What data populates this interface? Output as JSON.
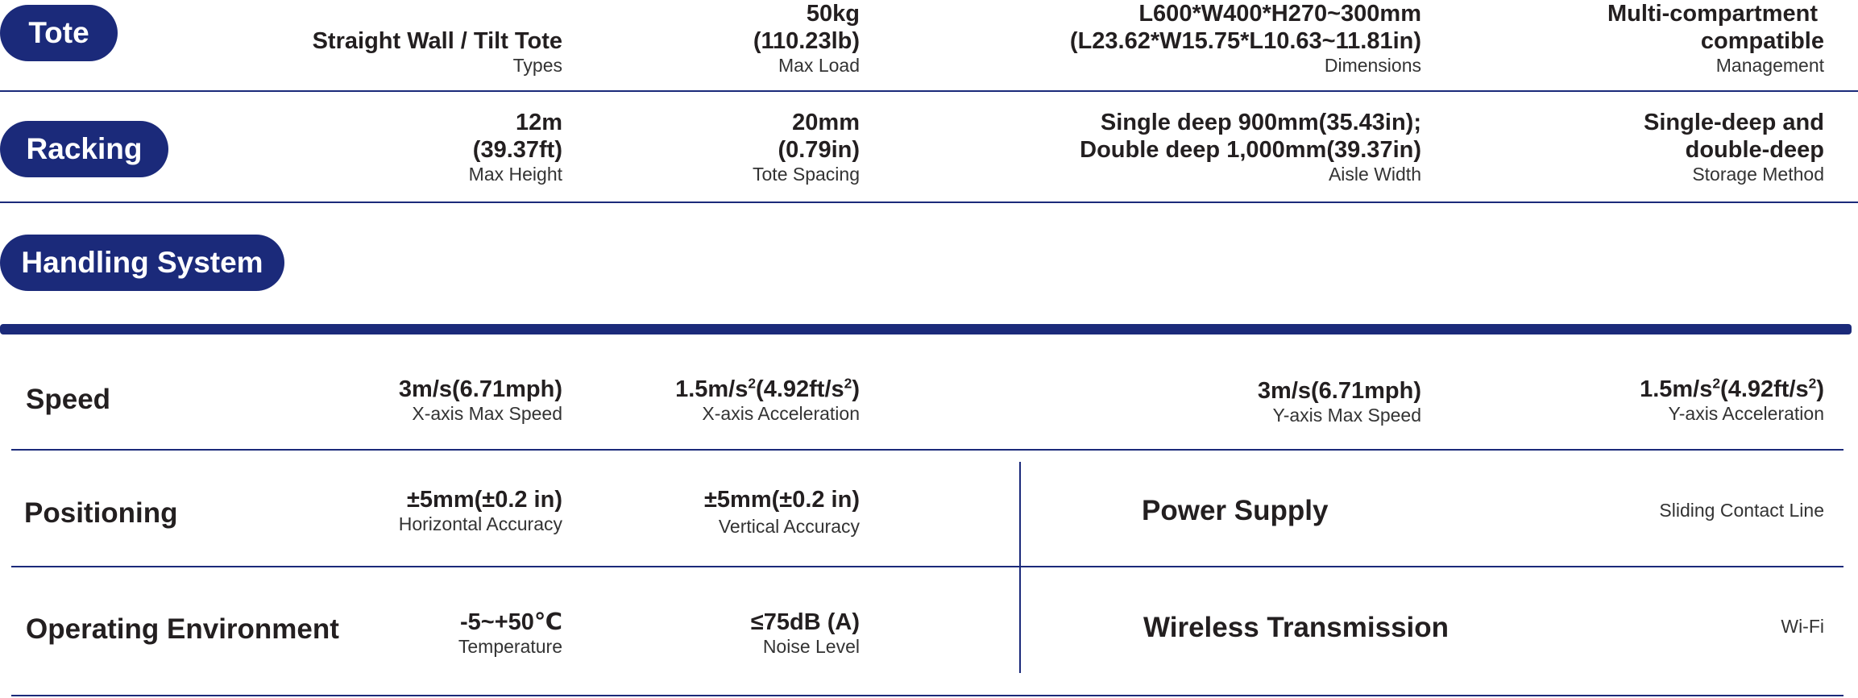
{
  "tote": {
    "title": "Tote",
    "types": {
      "value": "Straight Wall / Tilt Tote",
      "label": "Types"
    },
    "max_load": {
      "value1": "50kg",
      "value2": "(110.23lb)",
      "label": "Max Load"
    },
    "dimensions": {
      "value1": "L600*W400*H270~300mm",
      "value2": "(L23.62*W15.75*L10.63~11.81in)",
      "label": "Dimensions"
    },
    "management": {
      "value1": "Multi-compartment",
      "value2": "compatible",
      "label": "Management"
    }
  },
  "racking": {
    "title": "Racking",
    "max_height": {
      "value1": "12m",
      "value2": "(39.37ft)",
      "label": "Max Height"
    },
    "tote_spacing": {
      "value1": "20mm",
      "value2": "(0.79in)",
      "label": "Tote Spacing"
    },
    "aisle_width": {
      "value1": "Single deep 900mm(35.43in);",
      "value2": "Double deep 1,000mm(39.37in)",
      "label": "Aisle Width"
    },
    "storage_method": {
      "value1": "Single-deep and",
      "value2": "double-deep",
      "label": "Storage Method"
    }
  },
  "handling": {
    "title": "Handling System",
    "speed": {
      "label": "Speed",
      "x_speed": {
        "value": "3m/s(6.71mph)",
        "label": "X-axis Max Speed"
      },
      "x_accel": {
        "value_a": "1.5m/s",
        "value_b": "(4.92ft/s",
        "value_c": ")",
        "sup": "2",
        "label": "X-axis Acceleration"
      },
      "y_speed": {
        "value": "3m/s(6.71mph)",
        "label": "Y-axis Max Speed"
      },
      "y_accel": {
        "value_a": "1.5m/s",
        "value_b": "(4.92ft/s",
        "value_c": ")",
        "sup": "2",
        "label": "Y-axis Acceleration"
      }
    },
    "positioning": {
      "label": "Positioning",
      "horizontal": {
        "value": "±5mm(±0.2 in)",
        "label": "Horizontal Accuracy"
      },
      "vertical": {
        "value": "±5mm(±0.2 in)",
        "label": "Vertical Accuracy"
      }
    },
    "power_supply": {
      "label": "Power Supply",
      "value": "Sliding Contact Line"
    },
    "environment": {
      "label": "Operating Environment",
      "temperature": {
        "value": "-5~+50℃",
        "label": "Temperature"
      },
      "noise": {
        "value": "≤75dB (A)",
        "label": "Noise Level"
      }
    },
    "wireless": {
      "label": "Wireless Transmission",
      "value": "Wi-Fi"
    }
  },
  "colors": {
    "accent": "#1b2a7a",
    "text": "#231f20"
  }
}
